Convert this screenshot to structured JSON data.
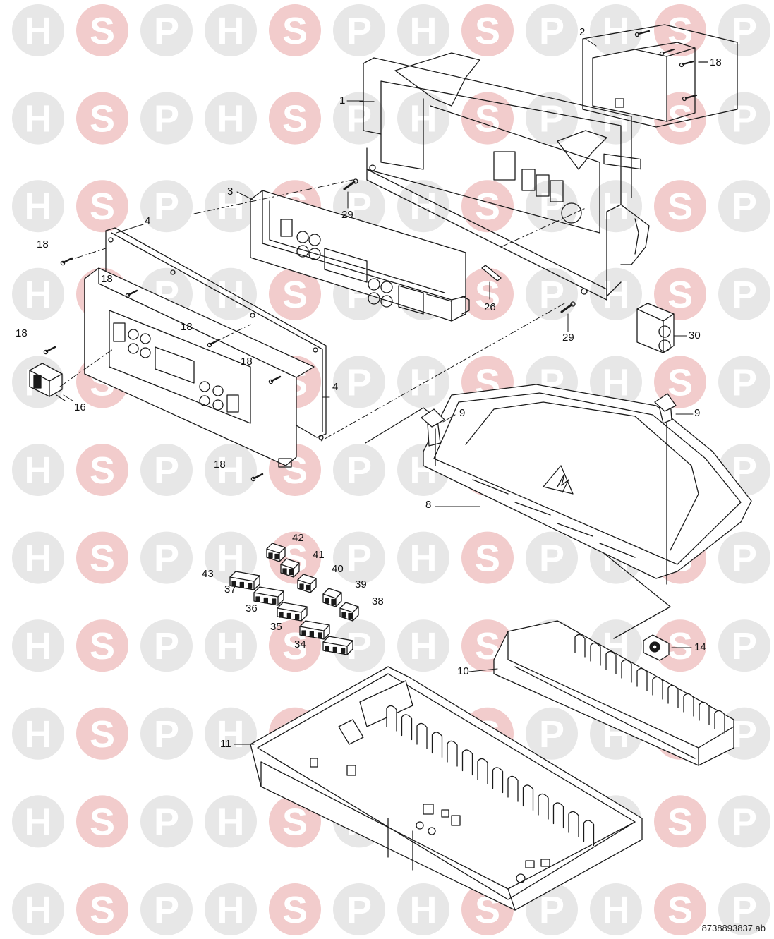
{
  "watermark": {
    "letters": [
      "H",
      "S",
      "P"
    ],
    "color_gray": "#e7e7e7",
    "color_pink": "#f2cccc",
    "letter_gray": "#ffffff",
    "letter_pink": "#ffffff"
  },
  "callouts": [
    "1",
    "2",
    "3",
    "4",
    "4",
    "8",
    "9",
    "9",
    "10",
    "11",
    "14",
    "16",
    "18",
    "18",
    "18",
    "18",
    "18",
    "18",
    "18",
    "26",
    "29",
    "29",
    "30",
    "34",
    "35",
    "36",
    "37",
    "38",
    "39",
    "40",
    "41",
    "42",
    "43"
  ],
  "reference_code": "8738893837.ab"
}
